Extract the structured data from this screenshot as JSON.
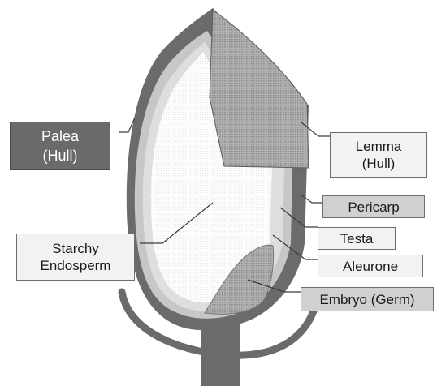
{
  "labels": {
    "palea": "Palea\n(Hull)",
    "lemma": "Lemma\n(Hull)",
    "pericarp": "Pericarp",
    "testa": "Testa",
    "starchy_endosperm": "Starchy\nEndosperm",
    "aleurone": "Aleurone",
    "embryo": "Embryo (Germ)"
  },
  "colors": {
    "hull": "#6b6b6b",
    "lemma_fill": "#a6a6a6",
    "pericarp": "#c7c7c7",
    "testa": "#dedede",
    "endosperm": "#fcfcfc",
    "embryo": "#a8a8a8",
    "leader_line": "#3a3a3a"
  }
}
